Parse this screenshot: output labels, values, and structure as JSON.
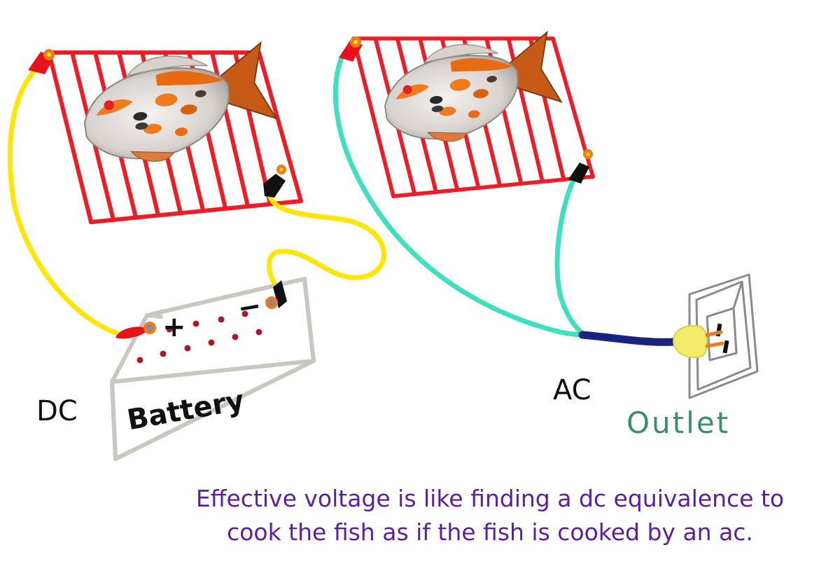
{
  "labels": {
    "dc": "DC",
    "ac": "AC",
    "battery": "Battery",
    "outlet": "Outlet",
    "plus": "+",
    "minus": "−"
  },
  "caption": {
    "line1": "Effective voltage is like finding a dc equivalence to",
    "line2": "cook the fish as if the fish is cooked by an ac."
  },
  "colors": {
    "grill": "#ee1c24",
    "dc_wire": "#ffe600",
    "ac_wire": "#3ee0c0",
    "ac_cord": "#1a237e",
    "battery_outline": "#c8c8c0",
    "battery_dots": "#a51c30",
    "outlet_text": "#3a8f6a",
    "caption_text": "#5b1f9e"
  }
}
